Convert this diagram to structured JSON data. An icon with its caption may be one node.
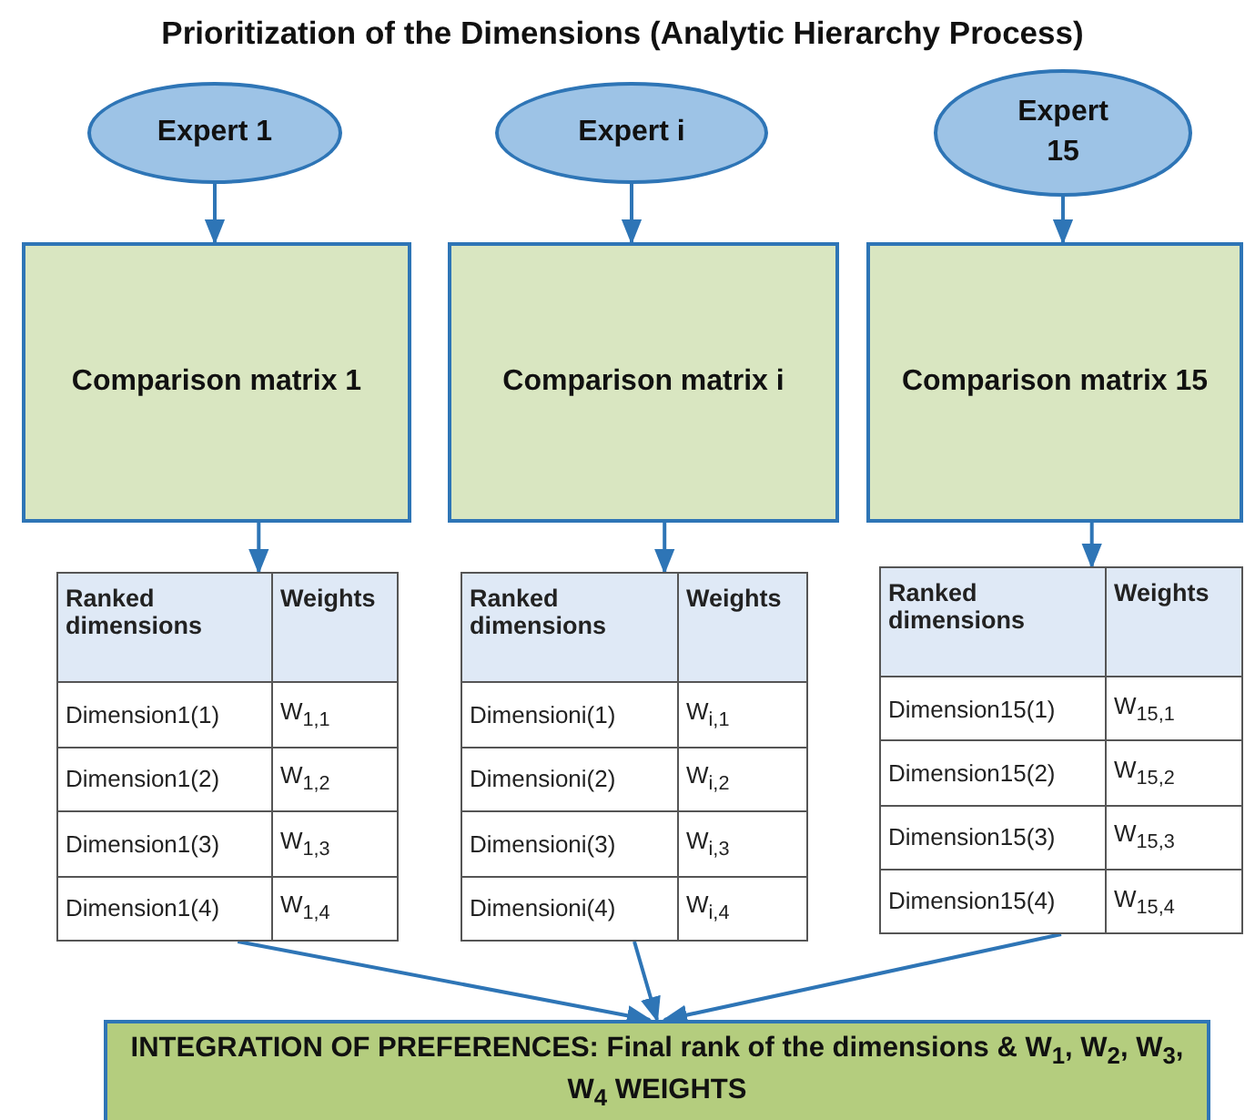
{
  "diagram": {
    "title": "Prioritization of  the Dimensions (Analytic Hierarchy Process)",
    "nodes": [
      {
        "text": [
          "Expert 1"
        ]
      },
      {
        "text": [
          "Expert i"
        ]
      },
      {
        "text": [
          "Expert 15"
        ]
      },
      {
        "text": [
          "Comparison matrix 1"
        ]
      },
      {
        "text": [
          "Comparison matrix i"
        ]
      },
      {
        "text": [
          "Comparison matrix 15"
        ]
      },
      {
        "text": [
          "Ranked dimensions",
          "Weights",
          "Dimension1(1)",
          "W$_{1,1}$",
          "Dimension1(2)",
          "W$_{1,2}$",
          "Dimension1(3)",
          "W$_{1,3}$",
          "Dimension1(4)",
          "W$_{1,4}$"
        ]
      },
      {
        "text": [
          "Ranked dimensions",
          "Weights",
          "Dimensioni(1)",
          "W$_{i,1}$",
          "Dimensioni(2)",
          "W$_{i,2}$",
          "Dimensioni(3)",
          "W$_{i,3}$",
          "Dimensioni(4)",
          "W$_{i,4}$"
        ]
      },
      {
        "text": [
          "Ranked dimensions",
          "Weights",
          "Dimension15(1)",
          "W$_{15,1}$",
          "Dimension15(2)",
          "W$_{15,2}$",
          "Dimension15(3)",
          "W$_{15,3}$",
          "Dimension15(4)",
          "W$_{15,4}$"
        ]
      },
      {
        "text": [
          "INTEGRATION OF PREFERENCES: Final rank of the dimensions & W$_{1}$, W$_{2}$, W$_{3}$, W$_{4}$ WEIGHTS"
        ]
      }
    ],
    "edges": [
      {
        "from": 0,
        "to": 3,
        "arrow": "to"
      },
      {
        "from": 1,
        "to": 4,
        "arrow": "to"
      },
      {
        "from": 2,
        "to": 5,
        "arrow": "to"
      },
      {
        "from": 3,
        "to": 6,
        "arrow": "to"
      },
      {
        "from": 4,
        "to": 7,
        "arrow": "to"
      },
      {
        "from": 5,
        "to": 8,
        "arrow": "to"
      },
      {
        "from": 6,
        "to": 9,
        "arrow": "to"
      },
      {
        "from": 7,
        "to": 9,
        "arrow": "to"
      },
      {
        "from": 8,
        "to": 9,
        "arrow": "to"
      }
    ]
  }
}
